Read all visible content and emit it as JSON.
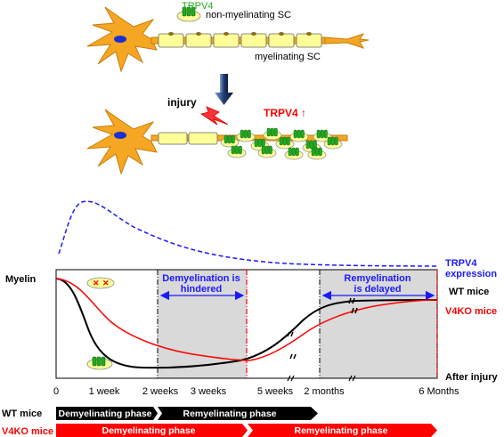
{
  "top_diagram": {
    "trpv4_label": "TRPV4",
    "non_myelinating_label": "non-myelinating SC",
    "myelinating_label": "myelinating SC",
    "injury_label": "injury",
    "trpv4_up_label": "TRPV4 ↑"
  },
  "legend": {
    "trpv4_expression_line1": "TRPV4",
    "trpv4_expression_line2": "expression",
    "wt_mice": "WT mice",
    "v4ko_mice": "V4KO mice",
    "after_injury": "After injury"
  },
  "plot": {
    "y_label": "Myelin",
    "demyelination_note_line1": "Demyelination is",
    "demyelination_note_line2": "hindered",
    "remyelination_note_line1": "Remyelination",
    "remyelination_note_line2": "is delayed",
    "x_ticks": [
      "0",
      "1 week",
      "2 weeks",
      "3 weeks",
      "5 weeks",
      "2 months",
      "6 Months"
    ]
  },
  "phases": {
    "wt_row_label": "WT mice",
    "v4ko_row_label": "V4KO mice",
    "wt_demyelinating": "Demyelinating phase",
    "wt_remyelinating": "Remyelinating phase",
    "v4ko_demyelinating": "Demyelinating phase",
    "v4ko_remyelinating": "Remyelinating phase"
  },
  "colors": {
    "wt": "#000000",
    "v4ko": "#ff0000",
    "trpv4": "#1a1aff",
    "neuron": "#f5a623",
    "myelin": "#ffff99",
    "channel": "#22aa22",
    "shade": "#d9d9d9",
    "arrow": "#1f3a6e"
  }
}
